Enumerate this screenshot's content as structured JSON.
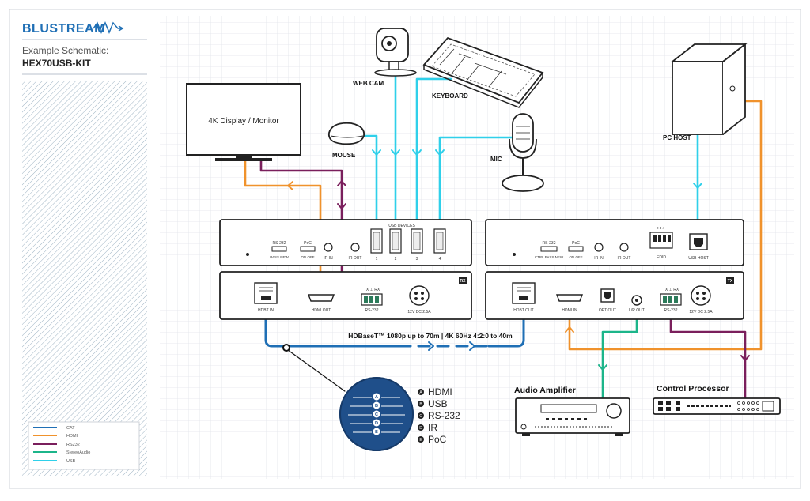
{
  "brand": {
    "logo": "BLUSTREAM"
  },
  "header": {
    "subtitle": "Example Schematic:",
    "model": "HEX70USB-KIT"
  },
  "devices": {
    "display": "4K Display / Monitor",
    "webcam": "WEB CAM",
    "keyboard": "KEYBOARD",
    "mouse": "MOUSE",
    "mic": "MIC",
    "pc_host": "PC HOST",
    "audio_amplifier": "Audio Amplifier",
    "control_processor": "Control Processor"
  },
  "rx_front": {
    "usb_devices": "USB DEVICES",
    "rs232_label": "RS-232",
    "rs232_sub": "PASS  NEW",
    "poc_label": "PoC",
    "poc_sub": "ON  OFF",
    "ir_in": "IR IN",
    "ir_out": "IR OUT",
    "ports": [
      "1",
      "2",
      "3",
      "4"
    ]
  },
  "rx_back": {
    "badge": "RX",
    "hdbt_in": "HDBT IN",
    "hdmi_out": "HDMI OUT",
    "rs232": "RS-232",
    "rs232_pins": "TX ⊥ RX",
    "power": "12V DC 2.5A"
  },
  "tx_front": {
    "rs232_label": "RS-232",
    "rs232_sub": "CTRL  PASS  NEW",
    "poc_label": "PoC",
    "poc_sub": "ON  OFF",
    "ir_in": "IR IN",
    "ir_out": "IR OUT",
    "edid": "EDID",
    "dip_numbers": "2 3 4",
    "usb_host": "USB HOST"
  },
  "tx_back": {
    "badge": "TX",
    "hdbt_out": "HDBT OUT",
    "hdmi_in": "HDMI IN",
    "opt_out": "OPT OUT",
    "lr_out": "L/R OUT",
    "rs232": "RS-232",
    "rs232_pins": "TX ⊥ RX",
    "power": "12V DC 2.5A"
  },
  "link_text": "HDBaseT™ 1080p up to 70m | 4K 60Hz 4:2:0 to 40m",
  "cable_icon": {
    "letters": [
      "A",
      "B",
      "C",
      "D",
      "E"
    ]
  },
  "signals": [
    {
      "letter": "A",
      "label": "HDMI"
    },
    {
      "letter": "B",
      "label": "USB"
    },
    {
      "letter": "C",
      "label": "RS-232"
    },
    {
      "letter": "D",
      "label": "IR"
    },
    {
      "letter": "E",
      "label": "PoC"
    }
  ],
  "legend": [
    {
      "label": "CAT",
      "color": "#1f6fb5"
    },
    {
      "label": "HDMI",
      "color": "#f0922c"
    },
    {
      "label": "RS232",
      "color": "#7a1f5c"
    },
    {
      "label": "StereoAudio",
      "color": "#1cb58a"
    },
    {
      "label": "USB",
      "color": "#2fd0ea"
    }
  ],
  "colors": {
    "cat": "#1f6fb5",
    "hdmi": "#f0922c",
    "rs232": "#7a1f5c",
    "audio": "#1cb58a",
    "usb": "#2fd0ea",
    "brand": "#1f6fb5"
  }
}
